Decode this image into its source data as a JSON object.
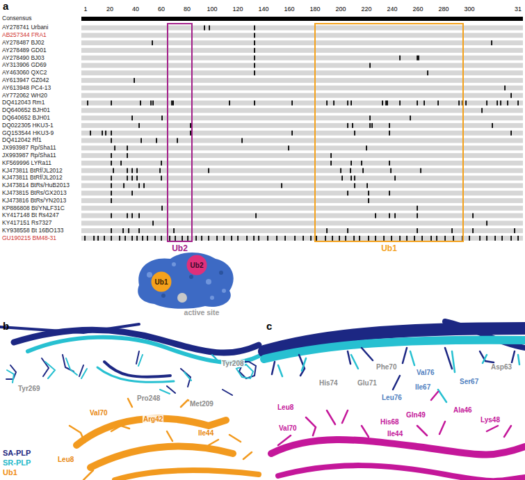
{
  "diagram": {
    "nodes": [
      {
        "text": [
          "Ub2"
        ]
      },
      {
        "text": [
          "Ub1"
        ]
      },
      {
        "text": [
          "Ub2"
        ]
      },
      {
        "text": [
          "Ub1"
        ]
      }
    ],
    "labels": [
      "a",
      "1",
      "20",
      "40",
      "60",
      "80",
      "100",
      "120",
      "140",
      "160",
      "180",
      "200",
      "220",
      "240",
      "260",
      "280",
      "300",
      "31",
      "Consensus",
      "AY278741 Urbani",
      "AB257344 FRA1",
      "AY278487 BJ02",
      "AY278489 GD01",
      "AY278490 BJ03",
      "AY313906 GD69",
      "AY463060 QXC2",
      "AY613947 GZ042",
      "AY613948 PC4-13",
      "AY772062 WH20",
      "DQ412043 Rm1",
      "DQ640652 BJH01",
      "DQ640652 BJH01",
      "DQ022305 HKU3-1",
      "GQ153544 HKU3-9",
      "DQ412042 Rf1",
      "JX993987 Rp/Sha11",
      "JX993987 Rp/Sha11",
      "KF569996 LYRa11",
      "KJ473811 BtRf/JL2012",
      "KJ473811 BtRf/JL2012",
      "KJ473814 BtRs/HuB2013",
      "KJ473815 BtRs/GX2013",
      "KJ473816 BtRs/YN2013",
      "KP886808 Bt/YNLF31C",
      "KY417148 Bt Rs4247",
      "KY417151 Rs7327",
      "KY938558 Bt 16BO133",
      "GU190215 BM48-31",
      "active site",
      "b",
      "Tyr208",
      "Tyr269",
      "Met209",
      "Pro248",
      "Arg42",
      "Val70",
      "Ile44",
      "Leu8",
      "c",
      "Asp63",
      "Phe70",
      "Val76",
      "Ser67",
      "His74",
      "Glu71",
      "Ile67",
      "Leu76",
      "Leu8",
      "Ala46",
      "Lys48",
      "Gln49",
      "His68",
      "Ile44",
      "Val70"
    ],
    "legend": [
      {
        "text": "SA-PLP",
        "color": "#1b237e"
      },
      {
        "text": "SR-PLP",
        "color": "#1fb8c9"
      },
      {
        "text": "Ub1",
        "color": "#f08c12"
      }
    ]
  }
}
